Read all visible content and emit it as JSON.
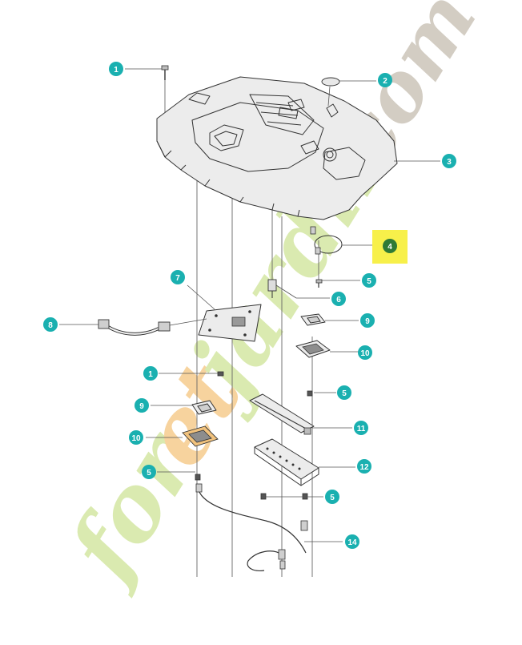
{
  "diagram": {
    "callouts": [
      {
        "id": "c1a",
        "label": "1",
        "color": "#1ab0b0"
      },
      {
        "id": "c2",
        "label": "2",
        "color": "#1ab0b0"
      },
      {
        "id": "c3",
        "label": "3",
        "color": "#1ab0b0"
      },
      {
        "id": "c4",
        "label": "4",
        "color": "#1ab0b0",
        "highlight": "#f7f04a"
      },
      {
        "id": "c5a",
        "label": "5",
        "color": "#1ab0b0"
      },
      {
        "id": "c6",
        "label": "6",
        "color": "#1ab0b0"
      },
      {
        "id": "c7",
        "label": "7",
        "color": "#1ab0b0"
      },
      {
        "id": "c8",
        "label": "8",
        "color": "#1ab0b0"
      },
      {
        "id": "c9a",
        "label": "9",
        "color": "#1ab0b0"
      },
      {
        "id": "c10a",
        "label": "10",
        "color": "#1ab0b0"
      },
      {
        "id": "c1b",
        "label": "1",
        "color": "#1ab0b0"
      },
      {
        "id": "c5b",
        "label": "5",
        "color": "#1ab0b0"
      },
      {
        "id": "c9b",
        "label": "9",
        "color": "#1ab0b0"
      },
      {
        "id": "c11",
        "label": "11",
        "color": "#1ab0b0"
      },
      {
        "id": "c10b",
        "label": "10",
        "color": "#1ab0b0"
      },
      {
        "id": "c12",
        "label": "12",
        "color": "#1ab0b0"
      },
      {
        "id": "c5c",
        "label": "5",
        "color": "#1ab0b0"
      },
      {
        "id": "c5d",
        "label": "5",
        "color": "#1ab0b0"
      },
      {
        "id": "c14",
        "label": "14",
        "color": "#1ab0b0"
      }
    ]
  },
  "watermark": {
    "text_part1": "for",
    "text_part2": "et",
    "text_part3": "jardin",
    "text_part4": ".com",
    "color_green": "#d6e8a8",
    "color_orange": "#f6cf94",
    "color_gray": "#cfc8bd"
  }
}
